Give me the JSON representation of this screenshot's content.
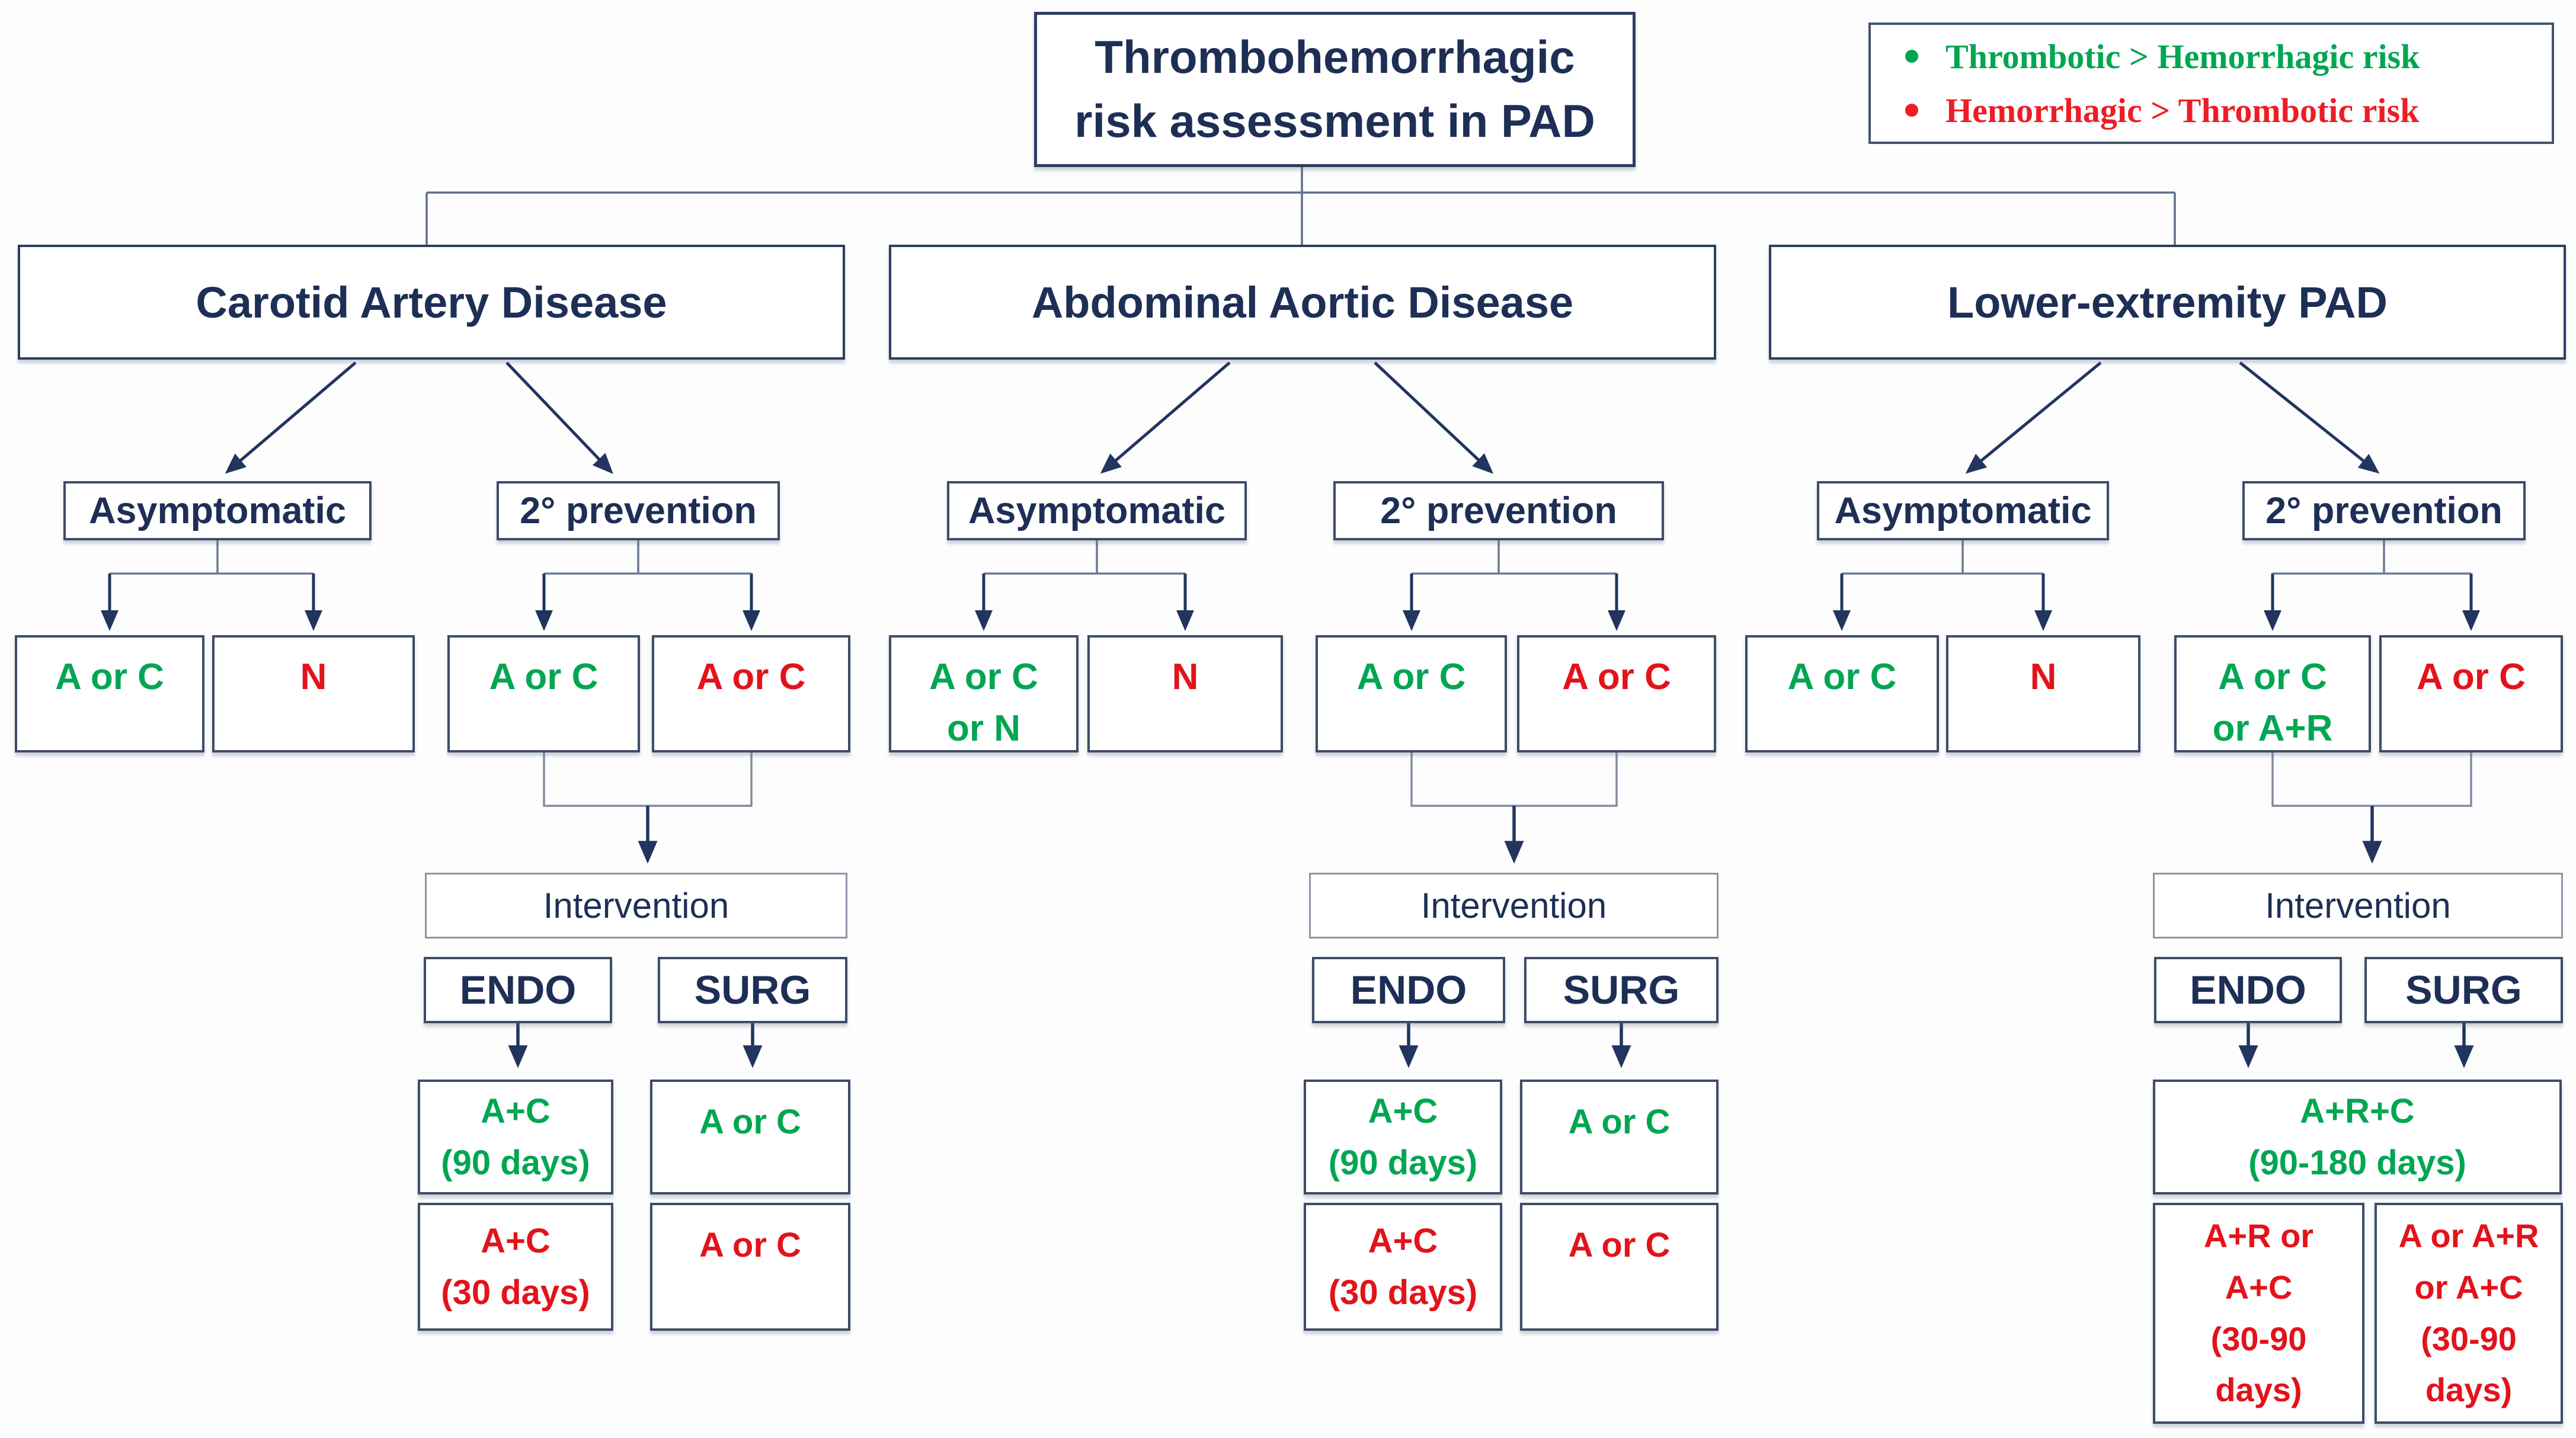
{
  "title": {
    "lines": [
      "Thrombohemorrhagic",
      "risk assessment in PAD"
    ]
  },
  "legend": {
    "items": [
      {
        "label": "Thrombotic > Hemorrhagic risk",
        "risk": "thrombotic",
        "color": "#00a651"
      },
      {
        "label": "Hemorrhagic > Thrombotic risk",
        "risk": "hemorrhagic",
        "color": "#ee1c25"
      }
    ]
  },
  "shared_labels": {
    "asymptomatic": "Asymptomatic",
    "prevention": "2° prevention",
    "intervention": "Intervention",
    "endo": "ENDO",
    "surg": "SURG"
  },
  "colors": {
    "navy_text": "#1e2f56",
    "thrombotic_green": "#00a651",
    "hemorrhagic_red": "#e2131b",
    "box_border": "#3e4c68"
  },
  "branches": [
    {
      "title": "Carotid Artery Disease",
      "asym_children": [
        {
          "lines": [
            "A or C"
          ],
          "risk": "thrombotic"
        },
        {
          "lines": [
            "N"
          ],
          "risk": "hemorrhagic"
        }
      ],
      "prev_children": [
        {
          "lines": [
            "A or C"
          ],
          "risk": "thrombotic"
        },
        {
          "lines": [
            "A or C"
          ],
          "risk": "hemorrhagic"
        }
      ],
      "outcomes": {
        "endo_thrombotic": {
          "lines": [
            "A+C",
            "(90 days)"
          ]
        },
        "surg_thrombotic": {
          "lines": [
            "A or C"
          ]
        },
        "endo_hemorrhagic": {
          "lines": [
            "A+C",
            "(30 days)"
          ]
        },
        "surg_hemorrhagic": {
          "lines": [
            "A or C"
          ]
        }
      }
    },
    {
      "title": "Abdominal Aortic Disease",
      "asym_children": [
        {
          "lines": [
            "A or C",
            "or N"
          ],
          "risk": "thrombotic"
        },
        {
          "lines": [
            "N"
          ],
          "risk": "hemorrhagic"
        }
      ],
      "prev_children": [
        {
          "lines": [
            "A or C"
          ],
          "risk": "thrombotic"
        },
        {
          "lines": [
            "A or C"
          ],
          "risk": "hemorrhagic"
        }
      ],
      "outcomes": {
        "endo_thrombotic": {
          "lines": [
            "A+C",
            "(90 days)"
          ]
        },
        "surg_thrombotic": {
          "lines": [
            "A or C"
          ]
        },
        "endo_hemorrhagic": {
          "lines": [
            "A+C",
            "(30 days)"
          ]
        },
        "surg_hemorrhagic": {
          "lines": [
            "A or C"
          ]
        }
      }
    },
    {
      "title": "Lower-extremity PAD",
      "asym_children": [
        {
          "lines": [
            "A or C"
          ],
          "risk": "thrombotic"
        },
        {
          "lines": [
            "N"
          ],
          "risk": "hemorrhagic"
        }
      ],
      "prev_children": [
        {
          "lines": [
            "A or C",
            "or A+R"
          ],
          "risk": "thrombotic"
        },
        {
          "lines": [
            "A or C"
          ],
          "risk": "hemorrhagic"
        }
      ],
      "outcomes": {
        "combined_thrombotic": {
          "lines": [
            "A+R+C",
            "(90-180 days)"
          ]
        },
        "endo_hemorrhagic": {
          "lines": [
            "A+R or",
            "A+C",
            "(30-90",
            "days)"
          ]
        },
        "surg_hemorrhagic": {
          "lines": [
            "A or A+R",
            "or A+C",
            "(30-90",
            "days)"
          ]
        }
      }
    }
  ]
}
